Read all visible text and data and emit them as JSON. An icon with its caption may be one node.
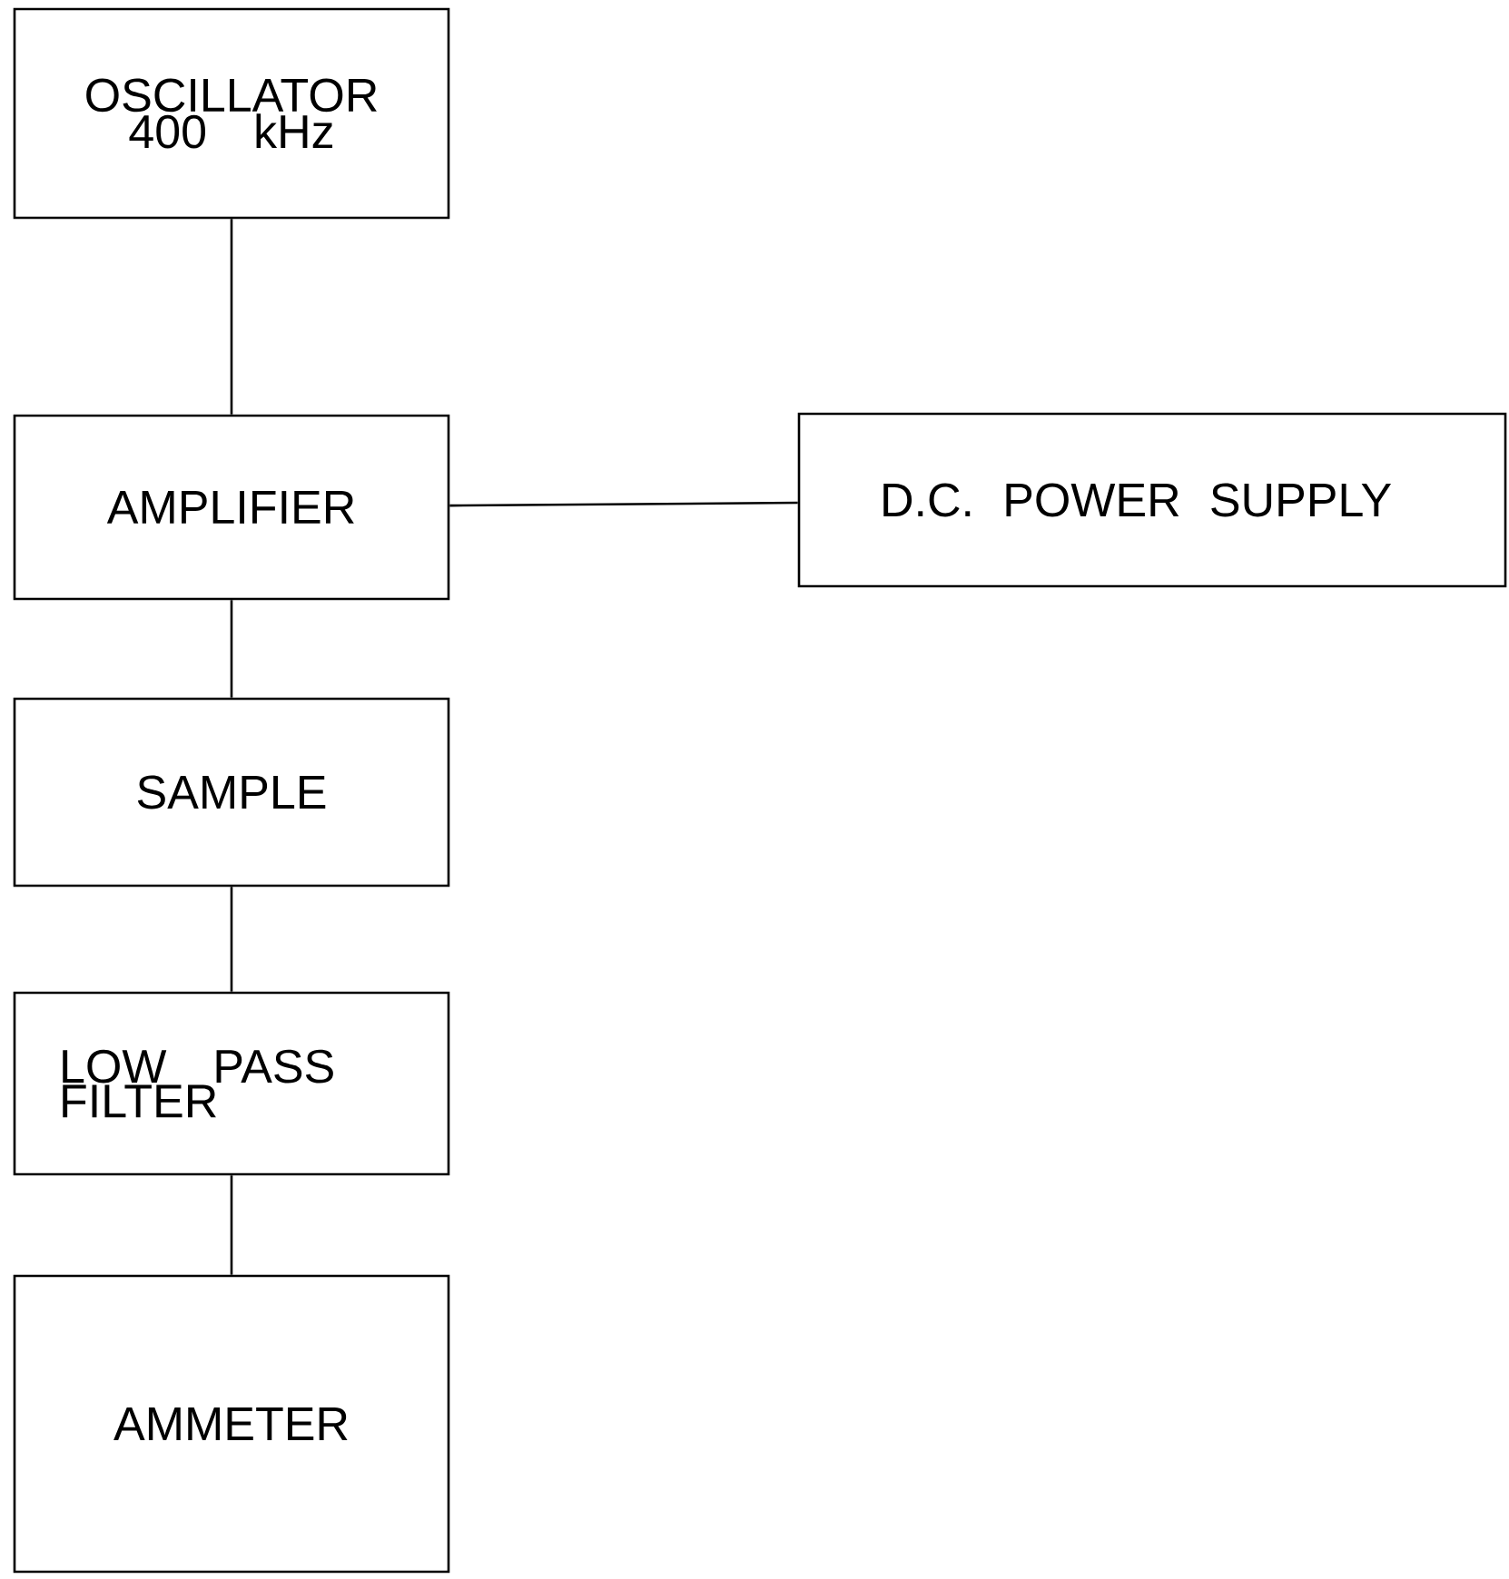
{
  "diagram": {
    "nodes": [
      {
        "text": [
          "OSCILLATOR 400 kHz"
        ]
      },
      {
        "text": [
          "AMPLIFIER"
        ]
      },
      {
        "text": [
          "D.C. POWER SUPPLY"
        ]
      },
      {
        "text": [
          "SAMPLE"
        ]
      },
      {
        "text": [
          "LOW PASS FILTER"
        ]
      },
      {
        "text": [
          "AMMETER"
        ]
      }
    ],
    "edges": [
      {
        "from": 0,
        "to": 1,
        "arrow": "none"
      },
      {
        "from": 1,
        "to": 2,
        "arrow": "none"
      },
      {
        "from": 1,
        "to": 3,
        "arrow": "none"
      },
      {
        "from": 3,
        "to": 4,
        "arrow": "none"
      },
      {
        "from": 4,
        "to": 5,
        "arrow": "none"
      }
    ]
  }
}
